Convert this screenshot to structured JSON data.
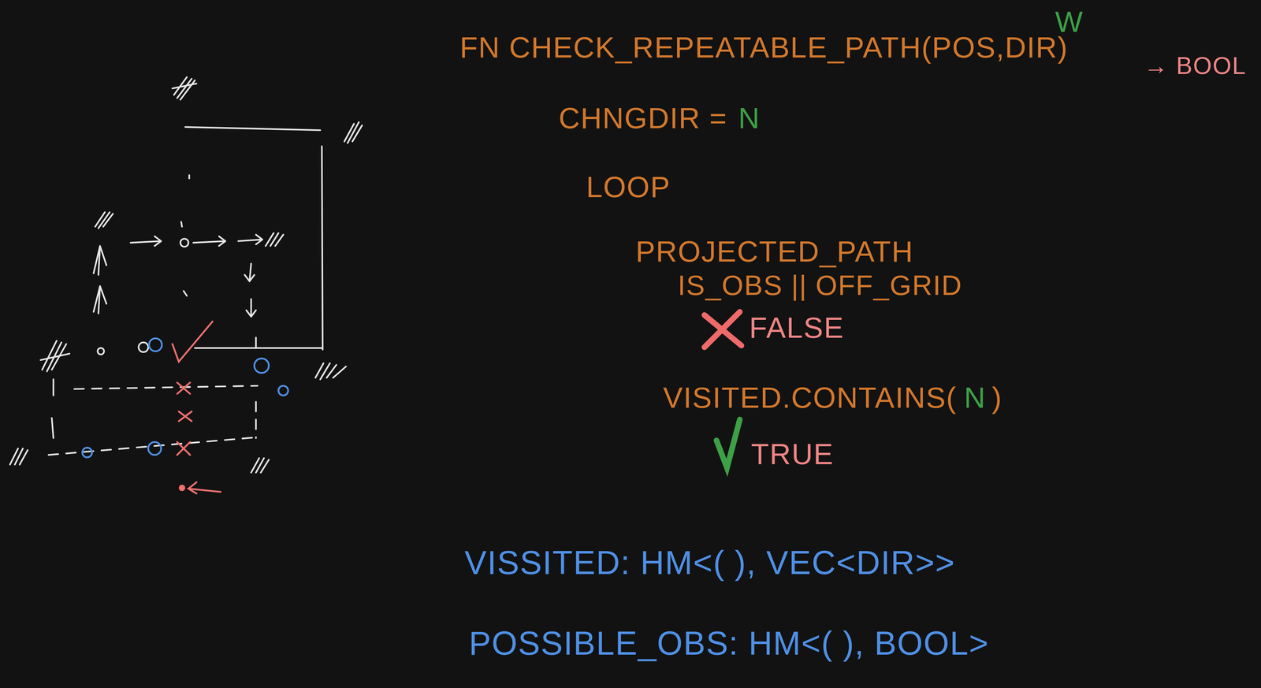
{
  "diagram": {
    "labels": [
      "W",
      "FN CHECK_REPEATABLE_PATH(POS,DIR)",
      "→ BOOL",
      "CHNGDIR =",
      "N",
      "LOOP",
      "PROJECTED_PATH",
      "IS_OBS || OFF_GRID",
      "FALSE",
      "VISITED.CONTAINS(",
      "N",
      ")",
      "TRUE",
      "VISSITED: HM<( ), VEC<DIR>>",
      "POSSIBLE_OBS: HM<( ), BOOL>"
    ]
  }
}
